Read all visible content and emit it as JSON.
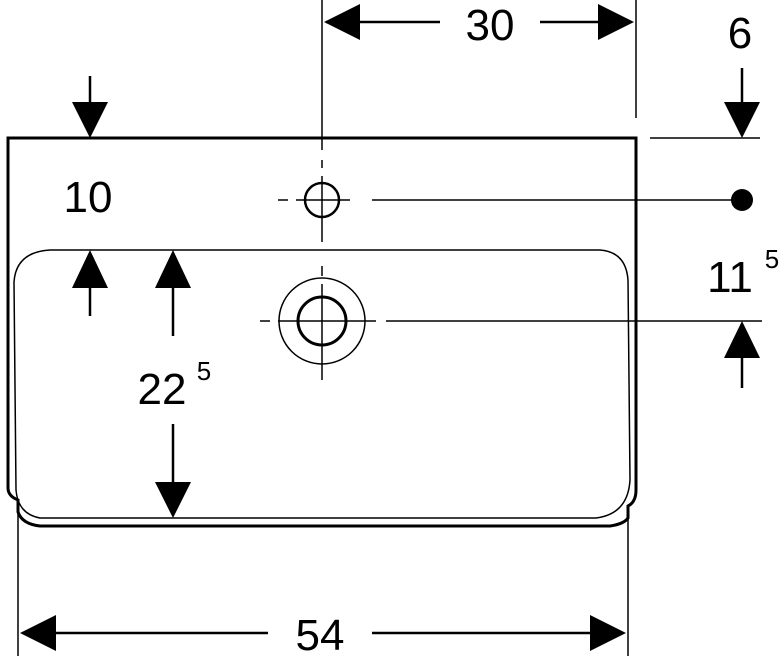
{
  "dimensions": {
    "top_width": "30",
    "top_offset": "6",
    "left_top": "10",
    "right_side_main": "11",
    "right_side_sup": "5",
    "depth_main": "22",
    "depth_sup": "5",
    "total_width": "54"
  },
  "colors": {
    "line": "#000000",
    "background": "#ffffff"
  }
}
